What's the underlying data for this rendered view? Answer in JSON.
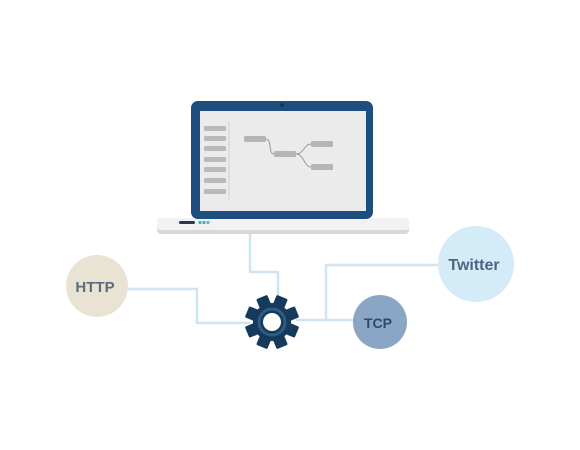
{
  "colors": {
    "background": "#ffffff",
    "laptop_frame": "#1d4e7e",
    "laptop_base": "#f2f2f2",
    "laptop_base_shadow": "#d8d8d8",
    "screen_bg": "#ebebeb",
    "palette_node": "#b9b9b9",
    "flow_node": "#b5b5b5",
    "wire": "#9a9a9a",
    "connector_line": "#cde6f1",
    "gear": "#153a5b",
    "gear_ring": "#2f5c84",
    "led_green": "#3cb3a8",
    "led_blue": "#5ab6e0"
  },
  "nodes": {
    "http": {
      "label": "HTTP",
      "fill": "#e8e3d3",
      "text_color": "#5a6b80",
      "icon": "http-node-circle"
    },
    "twitter": {
      "label": "Twitter",
      "fill": "#d3ecf7",
      "text_color": "#4d6580",
      "icon": "twitter-node-circle"
    },
    "tcp": {
      "label": "TCP",
      "fill": "#8aa6c4",
      "text_color": "#2e4a6b",
      "icon": "tcp-node-circle"
    }
  },
  "icons": {
    "laptop": "laptop-icon",
    "gear": "gear-icon"
  }
}
